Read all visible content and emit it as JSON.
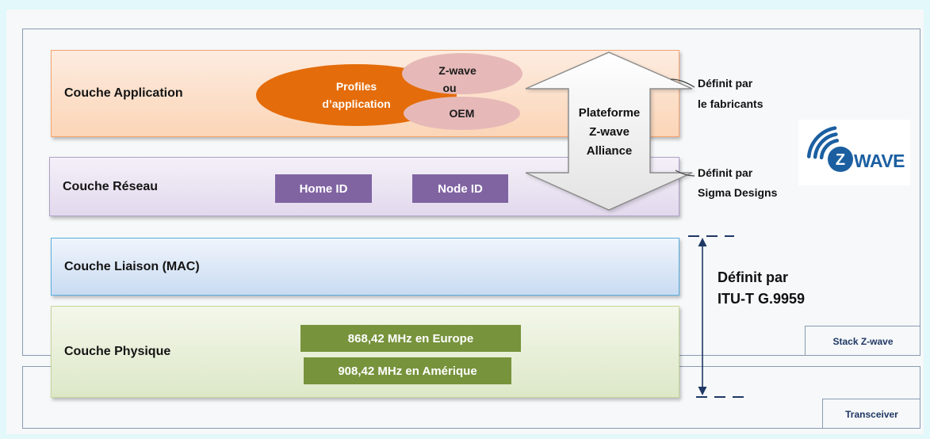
{
  "colors": {
    "frame": "#e2f8fa",
    "panel": "#f6f8f9",
    "container_border": "#8a9bb3",
    "container_label": "#1f3864",
    "label_text": "#141414",
    "app_fill_top": "#fdece0",
    "app_fill_bottom": "#fbd5b7",
    "app_border": "#f4a36f",
    "net_fill_top": "#f4f0f8",
    "net_fill_bottom": "#e2d9ed",
    "net_border": "#b1a0c7",
    "mac_fill_top": "#f0f5fc",
    "mac_fill_bottom": "#c9dbf2",
    "mac_border": "#5aaee0",
    "phy_fill_top": "#f3f7ea",
    "phy_fill_bottom": "#dde8c8",
    "phy_border": "#c4d79b",
    "profiles_ellipse": "#e46c0a",
    "pink_ellipse": "#e6b9b8",
    "id_box": "#8064a2",
    "freq_box": "#77933c",
    "arrow_fill_top": "#ffffff",
    "arrow_fill_bottom": "#e3e3e3",
    "arrow_stroke": "#8c8c8c",
    "leader_line": "#404040",
    "itu_arrow": "#1f3864",
    "logo_blue": "#1b5fa1"
  },
  "containers": {
    "stack": {
      "label": "Stack Z-wave"
    },
    "transceiver": {
      "label": "Transceiver"
    }
  },
  "layers": {
    "application": {
      "label": "Couche Application",
      "profiles": [
        "Profiles",
        "d’application"
      ],
      "zwave": "Z-wave",
      "or": "ou",
      "oem": "OEM"
    },
    "network": {
      "label": "Couche Réseau",
      "items": [
        "Home ID",
        "Node ID"
      ]
    },
    "link": {
      "label": "Couche Liaison (MAC)"
    },
    "physical": {
      "label": "Couche Physique",
      "items": [
        "868,42 MHz en Europe",
        "908,42 MHz en Amérique"
      ]
    }
  },
  "platform_arrow": {
    "icon": "double-arrow-vertical-icon",
    "lines": [
      "Plateforme",
      "Z-wave",
      "Alliance"
    ]
  },
  "callouts": [
    {
      "lines": [
        "Définit par",
        "le fabricants"
      ]
    },
    {
      "lines": [
        "Définit par",
        "Sigma Designs"
      ]
    }
  ],
  "itu_range": {
    "icon": "double-arrow-vertical-icon",
    "lines": [
      "Définit par",
      "ITU-T G.9959"
    ]
  },
  "logo": {
    "icon": "z-wave-logo",
    "mark": "Z",
    "text": "WAVE"
  }
}
